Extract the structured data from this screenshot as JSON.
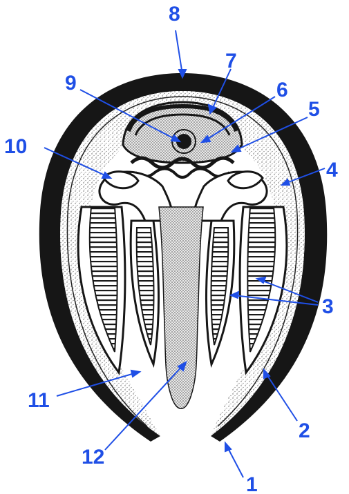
{
  "colors": {
    "label": "#1f4fe6",
    "ink": "#161616",
    "stipple": "#555555",
    "paper": "#ffffff"
  },
  "labels": [
    "1",
    "2",
    "3",
    "4",
    "5",
    "6",
    "7",
    "8",
    "9",
    "10",
    "11",
    "12"
  ]
}
